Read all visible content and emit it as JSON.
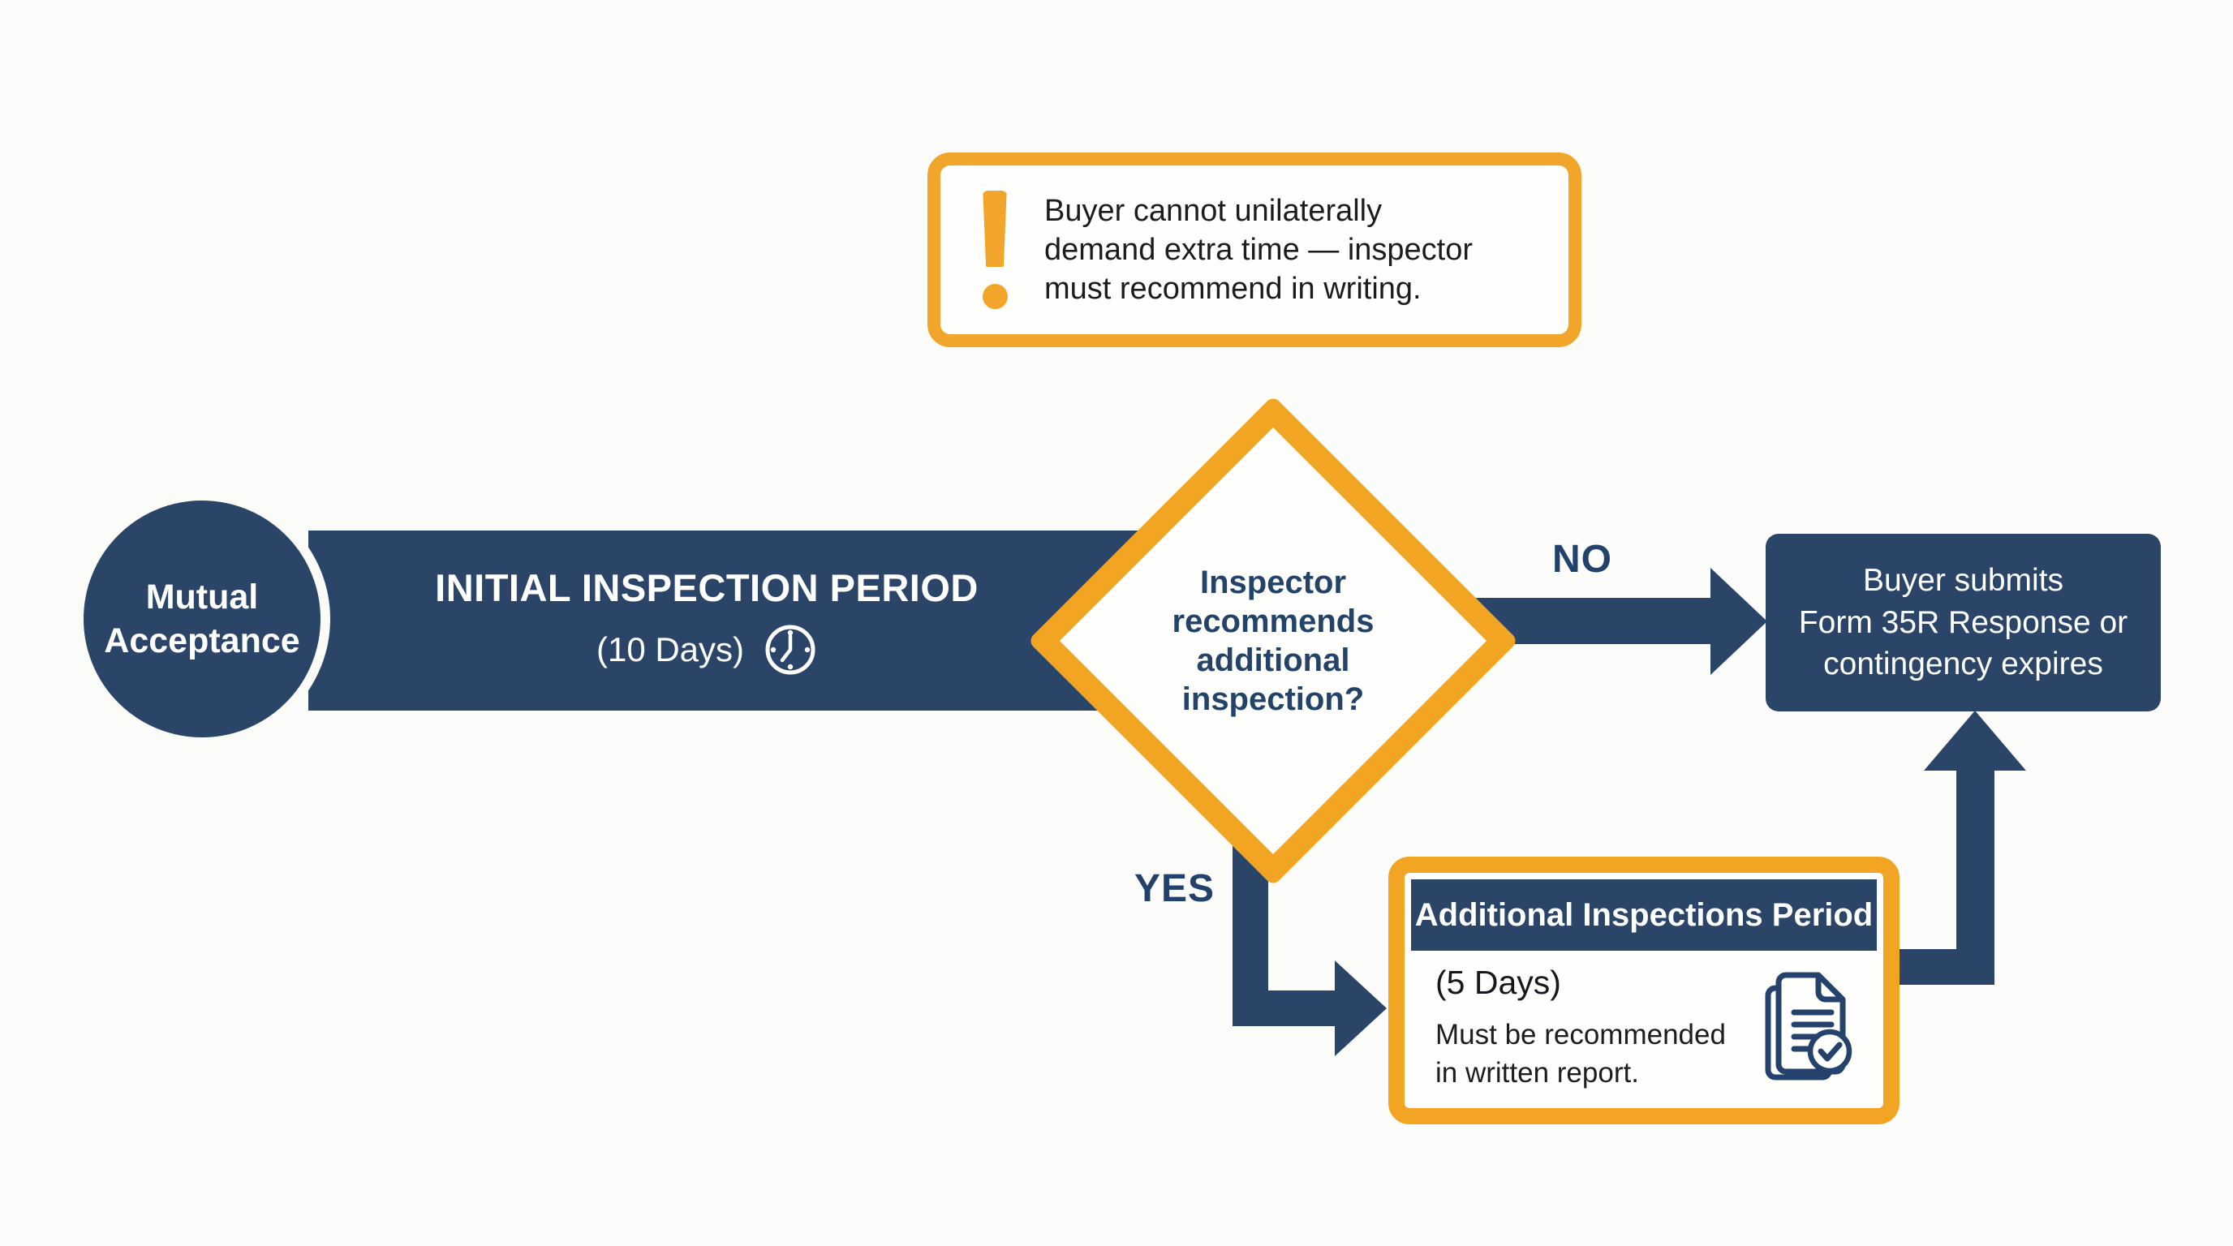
{
  "diagram": {
    "colors": {
      "navy": "#2a4568",
      "amber": "#f2a522",
      "background": "#fcfcfa"
    },
    "callout": {
      "icon": "exclamation-icon",
      "line1": "Buyer cannot unilaterally",
      "line2": "demand extra time — inspector",
      "line3": "must recommend in writing."
    },
    "start_node": {
      "line1": "Mutual",
      "line2": "Acceptance"
    },
    "initial_period": {
      "title": "INITIAL INSPECTION PERIOD",
      "duration": "(10 Days)",
      "icon": "clock-icon"
    },
    "decision": {
      "line1": "Inspector",
      "line2": "recommends",
      "line3": "additional",
      "line4": "inspection?"
    },
    "no_branch": {
      "label": "NO",
      "outcome_line1": "Buyer submits",
      "outcome_line2": "Form 35R Response or",
      "outcome_line3": "contingency expires"
    },
    "yes_branch": {
      "label": "YES",
      "box_header": "Additional Inspections Period",
      "duration": "(5 Days)",
      "note_line1": "Must be recommended",
      "note_line2": "in written report.",
      "icon": "document-check-icon"
    }
  }
}
